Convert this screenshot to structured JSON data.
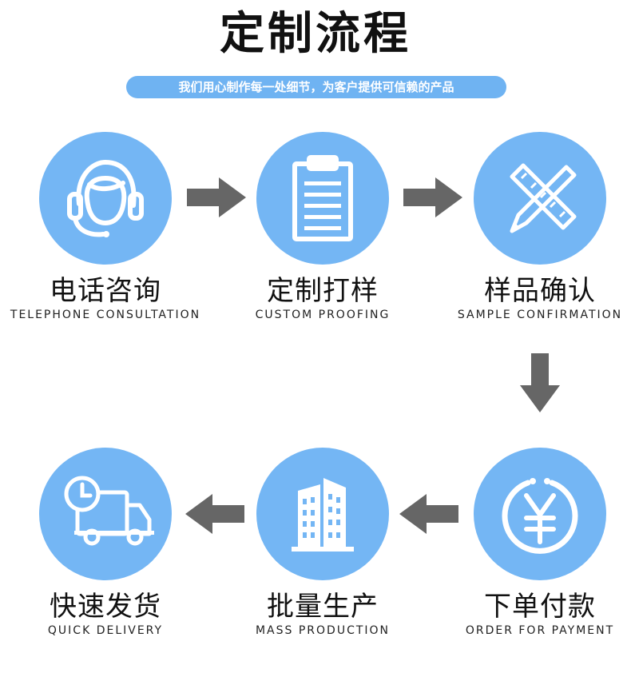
{
  "header": {
    "title": "定制流程",
    "subtitle": "我们用心制作每一处细节，为客户提供可信赖的产品"
  },
  "colors": {
    "circle": "#74b6f4",
    "arrow": "#666666",
    "subtitle_bg": "#6fb3f2"
  },
  "steps": [
    {
      "cn": "电话咨询",
      "en": "TELEPHONE CONSULTATION",
      "icon": "headset-customer-service-icon"
    },
    {
      "cn": "定制打样",
      "en": "CUSTOM PROOFING",
      "icon": "clipboard-document-icon"
    },
    {
      "cn": "样品确认",
      "en": "SAMPLE CONFIRMATION",
      "icon": "pencil-ruler-icon"
    },
    {
      "cn": "下单付款",
      "en": "ORDER FOR PAYMENT",
      "icon": "yuan-payment-icon"
    },
    {
      "cn": "批量生产",
      "en": "MASS PRODUCTION",
      "icon": "buildings-factory-icon"
    },
    {
      "cn": "快速发货",
      "en": "QUICK DELIVERY",
      "icon": "delivery-truck-icon"
    }
  ]
}
